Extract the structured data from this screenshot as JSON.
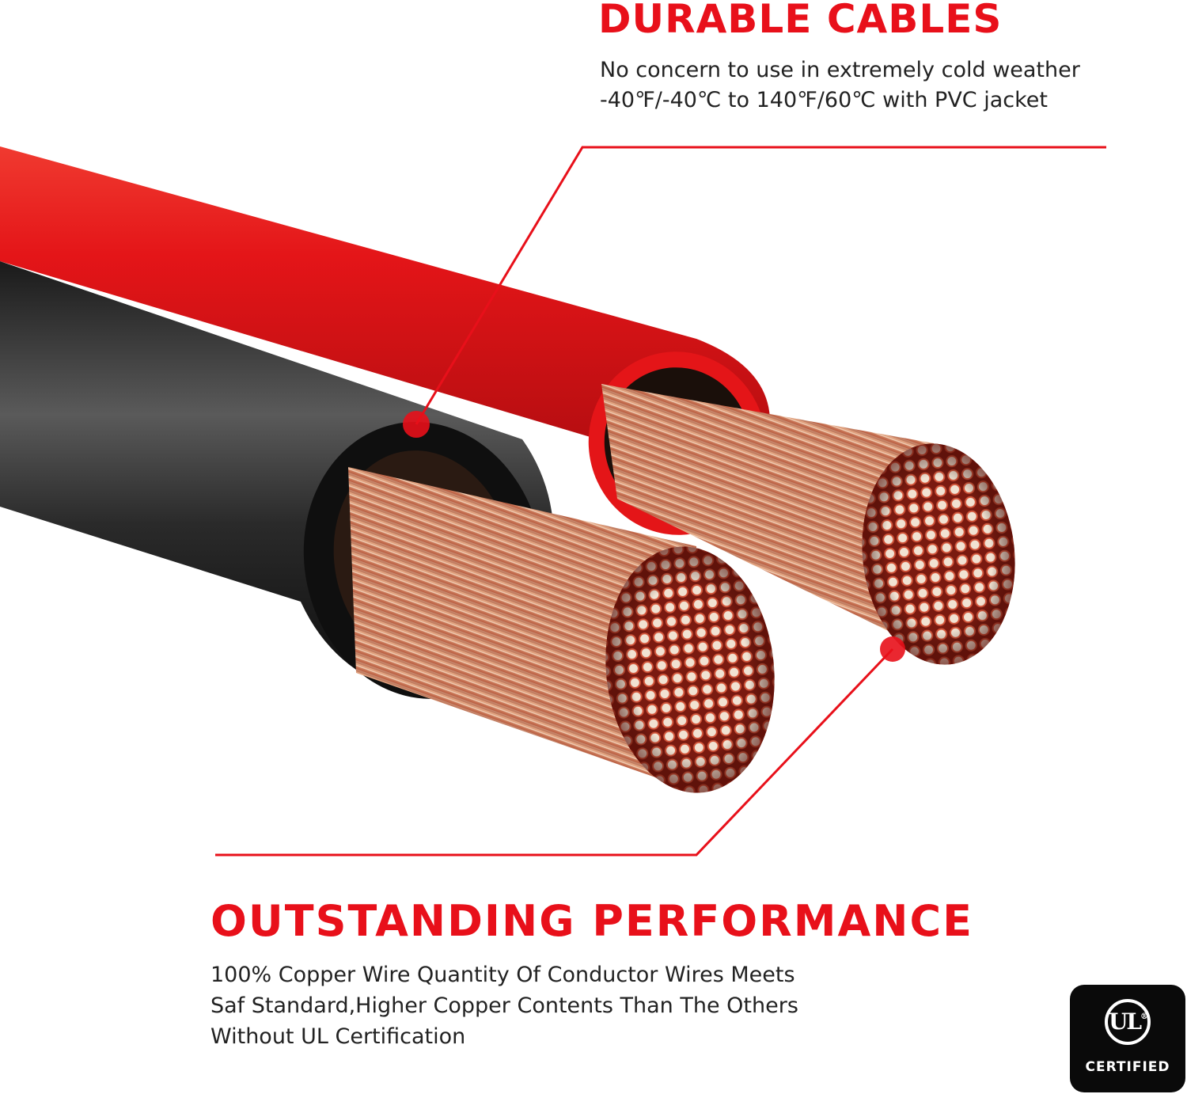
{
  "colors": {
    "accent_red": "#e8101a",
    "cable_red": "#e41518",
    "cable_black": "#111111",
    "copper": "#c45a3a",
    "badge_bg": "#0a0a0a"
  },
  "durable": {
    "title": "DURABLE CABLES",
    "lines": [
      "No concern to use in extremely cold weather",
      "-40℉/-40℃ to 140℉/60℃ with PVC jacket"
    ]
  },
  "performance": {
    "title": "OUTSTANDING PERFORMANCE",
    "lines": [
      "100% Copper Wire Quantity Of Conductor Wires Meets",
      "Saf Standard,Higher Copper Contents Than The Others",
      "Without UL Certification"
    ]
  },
  "badge": {
    "mark": "UL",
    "label": "CERTIFIED",
    "icon": "ul-certification-icon"
  }
}
